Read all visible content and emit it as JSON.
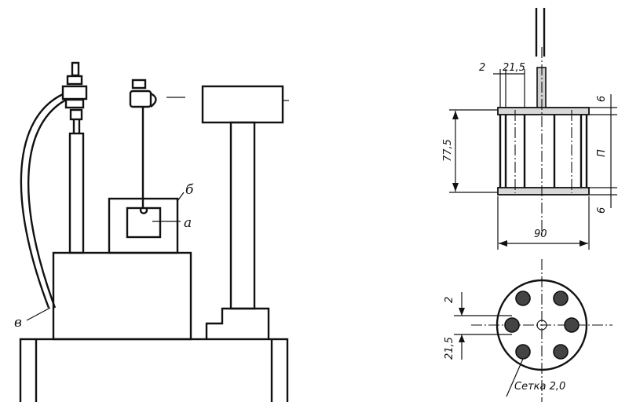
{
  "left_apparatus": {
    "label_a": "а",
    "label_b": "б",
    "label_v": "в"
  },
  "right_drawing": {
    "dim_thickness_top": "2",
    "dim_spacing_top": "21,5",
    "dim_plate_top": "6",
    "dim_height": "77,5",
    "dim_inner": "П",
    "dim_plate_bottom": "6",
    "dim_width": "90",
    "dim_hole_small": "2",
    "dim_hole_spacing": "21,5",
    "mesh_label": "Сетка 2,0"
  }
}
